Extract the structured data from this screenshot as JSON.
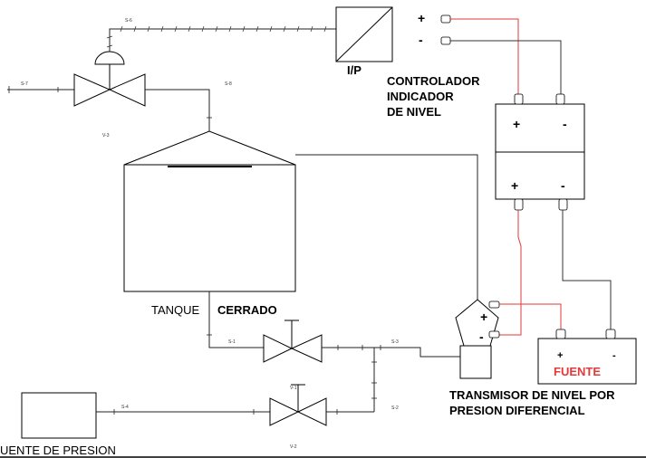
{
  "labels": {
    "ip_converter": "I/P",
    "controller_line1": "CONTROLADOR",
    "controller_line2": "INDICADOR",
    "controller_line3": "DE NIVEL",
    "tank_prefix": "TANQUE ",
    "tank_bold": "CERRADO",
    "transmitter_line1": "TRANSMISOR DE NIVEL POR",
    "transmitter_line2": "PRESION DIFERENCIAL",
    "power_supply": "FUENTE",
    "pressure_source": "UENTE DE PRESION"
  },
  "signs": {
    "plus": "+",
    "minus": "-"
  },
  "tags": {
    "s6": "S-6",
    "s7": "S-7",
    "s8": "S-8",
    "v3": "V-3",
    "s1": "S-1",
    "s3": "S-3",
    "v1": "V-1",
    "s2": "S-2",
    "v2": "V-2",
    "s4": "S-4"
  },
  "colors": {
    "signal_red": "#e23a3a",
    "supply_text": "#e23a3a",
    "line": "#222222"
  }
}
